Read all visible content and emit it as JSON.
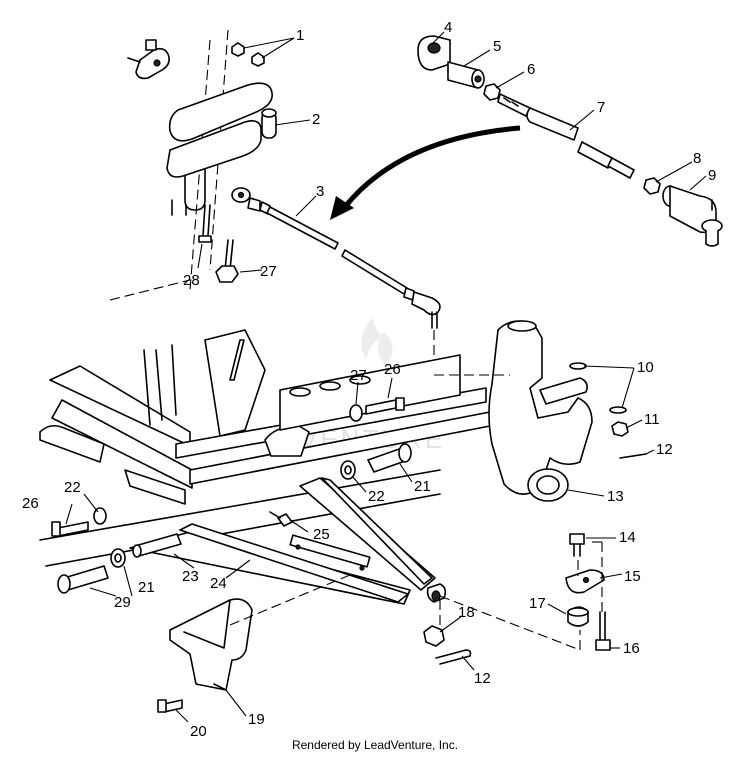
{
  "watermark": "VENTURE",
  "credit": "Rendered by LeadVenture, Inc.",
  "callouts": [
    "1",
    "2",
    "3",
    "4",
    "5",
    "6",
    "7",
    "8",
    "9",
    "10",
    "11",
    "12",
    "13",
    "14",
    "15",
    "16",
    "17",
    "18",
    "12",
    "19",
    "20",
    "21",
    "22",
    "23",
    "24",
    "25",
    "26",
    "27",
    "28",
    "29",
    "21",
    "22",
    "26",
    "27"
  ]
}
